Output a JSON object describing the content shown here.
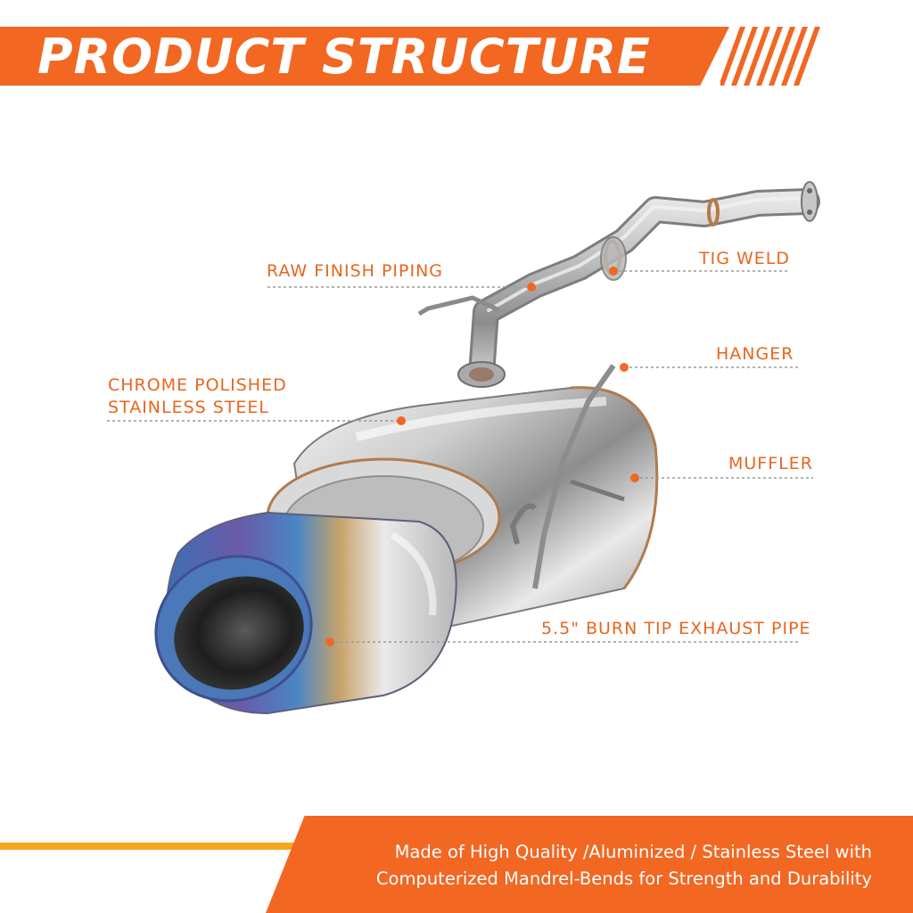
{
  "header": {
    "title": "PRODUCT STRUCTURE"
  },
  "callouts": {
    "tig_weld": "TIG WELD",
    "raw_finish": "RAW FINISH PIPING",
    "hanger": "HANGER",
    "chrome_line1": "CHROME POLISHED",
    "chrome_line2": "STAINLESS STEEL",
    "muffler": "MUFFLER",
    "burn_tip": "5.5\" BURN TIP EXHAUST PIPE"
  },
  "footer": {
    "line1": "Made of High Quality /Aluminized / Stainless Steel with",
    "line2": "Computerized Mandrel-Bends for Strength and Durability"
  },
  "colors": {
    "accent": "#f26722",
    "label_text": "#e8661f",
    "dot": "#f26722",
    "footer_stripe": "#f6a81c"
  }
}
